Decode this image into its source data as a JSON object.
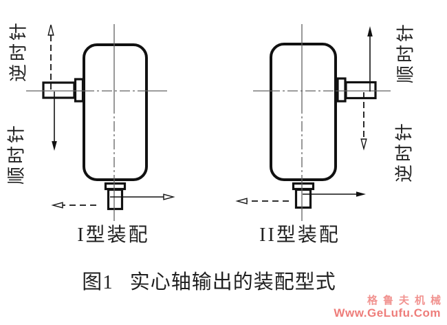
{
  "figure": {
    "caption": {
      "label": "图1",
      "text": "实心轴输出的装配型式"
    },
    "assemblies": [
      {
        "type_label": "I型装配",
        "rotation_top": "逆时针",
        "rotation_bottom": "顺时针"
      },
      {
        "type_label": "II型装配",
        "rotation_top": "顺时针",
        "rotation_bottom": "逆时针"
      }
    ],
    "colors": {
      "outline": "#111111",
      "centerline": "#606060",
      "text": "#1f1f1f",
      "watermark_pink": "#f08080"
    }
  },
  "watermark": {
    "line1": "格鲁夫机械",
    "line2": "Www.GeLufu.Com"
  }
}
